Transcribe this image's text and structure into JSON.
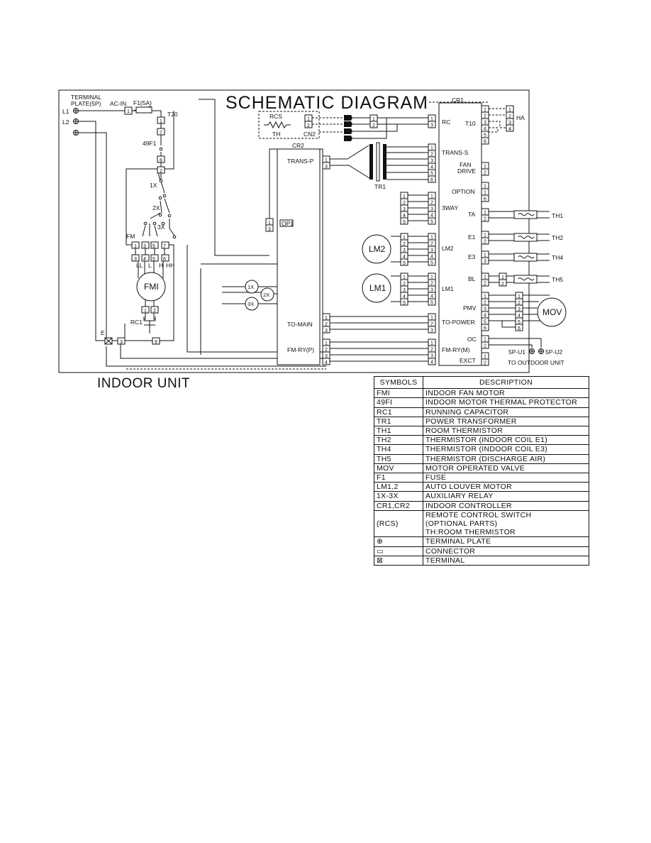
{
  "title": "SCHEMATIC DIAGRAM",
  "unit_label": "INDOOR UNIT",
  "terminal_plate": {
    "line1": "TERMINAL",
    "line2": "PLATE(5P)",
    "l1": "L1",
    "l2": "L2"
  },
  "labels": {
    "ac_in": "AC-IN",
    "f1": "F1(5A)",
    "t20": "T20",
    "f49": "49F1",
    "x1": "1X",
    "x2": "2X",
    "x3": "3X",
    "fm": "FM",
    "ll": "LL",
    "l": "L",
    "h": "H",
    "hh": "HH",
    "fmi": "FMI",
    "rc1": "RC1",
    "e": "E",
    "rcs": "RCS",
    "th": "TH",
    "cn2": "CN2",
    "cr2": "CR2",
    "trans_p": "TRANS-P",
    "op1": "OP1",
    "to_main": "TO-MAIN",
    "fm_ry_p": "FM-RY(P)",
    "tr1": "TR1",
    "lm2": "LM2",
    "lm1": "LM1",
    "mov": "MOV",
    "cr1": "CR1",
    "rc": "RC",
    "trans_s": "TRANS-S",
    "three_way": "3WAY",
    "to_power": "TO-POWER",
    "fm_ry_m": "FM-RY(M)",
    "exct": "EXCT",
    "t10": "T10",
    "ha": "HA",
    "fan": "FAN",
    "drive": "DRIVE",
    "option": "OPTION",
    "ta": "TA",
    "e1": "E1",
    "e3": "E3",
    "bl": "BL",
    "pmv": "PMV",
    "oc": "OC",
    "th1": "TH1",
    "th2": "TH2",
    "th4": "TH4",
    "th5": "TH5",
    "u1": "5P-U1",
    "u2": "5P-U2",
    "to_outdoor": "TO OUTDOOR UNIT"
  },
  "legend": {
    "header": {
      "symbols": "SYMBOLS",
      "description": "DESCRIPTION"
    },
    "rows": [
      {
        "symbol": "FMI",
        "description": "INDOOR FAN MOTOR"
      },
      {
        "symbol": "49FI",
        "description": "INDOOR MOTOR THERMAL PROTECTOR"
      },
      {
        "symbol": "RC1",
        "description": "RUNNING CAPACITOR"
      },
      {
        "symbol": "TR1",
        "description": "POWER TRANSFORMER"
      },
      {
        "symbol": "TH1",
        "description": "ROOM THERMISTOR"
      },
      {
        "symbol": "TH2",
        "description": "THERMISTOR (INDOOR COIL E1)"
      },
      {
        "symbol": "TH4",
        "description": "THERMISTOR (INDOOR COIL E3)"
      },
      {
        "symbol": "TH5",
        "description": "THERMISTOR (DISCHARGE AIR)"
      },
      {
        "symbol": "MOV",
        "description": "MOTOR OPERATED VALVE"
      },
      {
        "symbol": "F1",
        "description": "FUSE"
      },
      {
        "symbol": "LM1,2",
        "description": "AUTO LOUVER MOTOR"
      },
      {
        "symbol": "1X-3X",
        "description": "AUXILIARY RELAY"
      },
      {
        "symbol": "CR1,CR2",
        "description": "INDOOR CONTROLLER"
      },
      {
        "symbol": "(RCS)",
        "description_lines": [
          "REMOTE CONTROL SWITCH",
          "(OPTIONAL PARTS)",
          "TH:ROOM THERMISTOR"
        ]
      },
      {
        "symbol": "⊕",
        "description": "TERMINAL PLATE"
      },
      {
        "symbol": "▭",
        "description": "CONNECTOR"
      },
      {
        "symbol": "⊠",
        "description": "TERMINAL"
      }
    ]
  }
}
